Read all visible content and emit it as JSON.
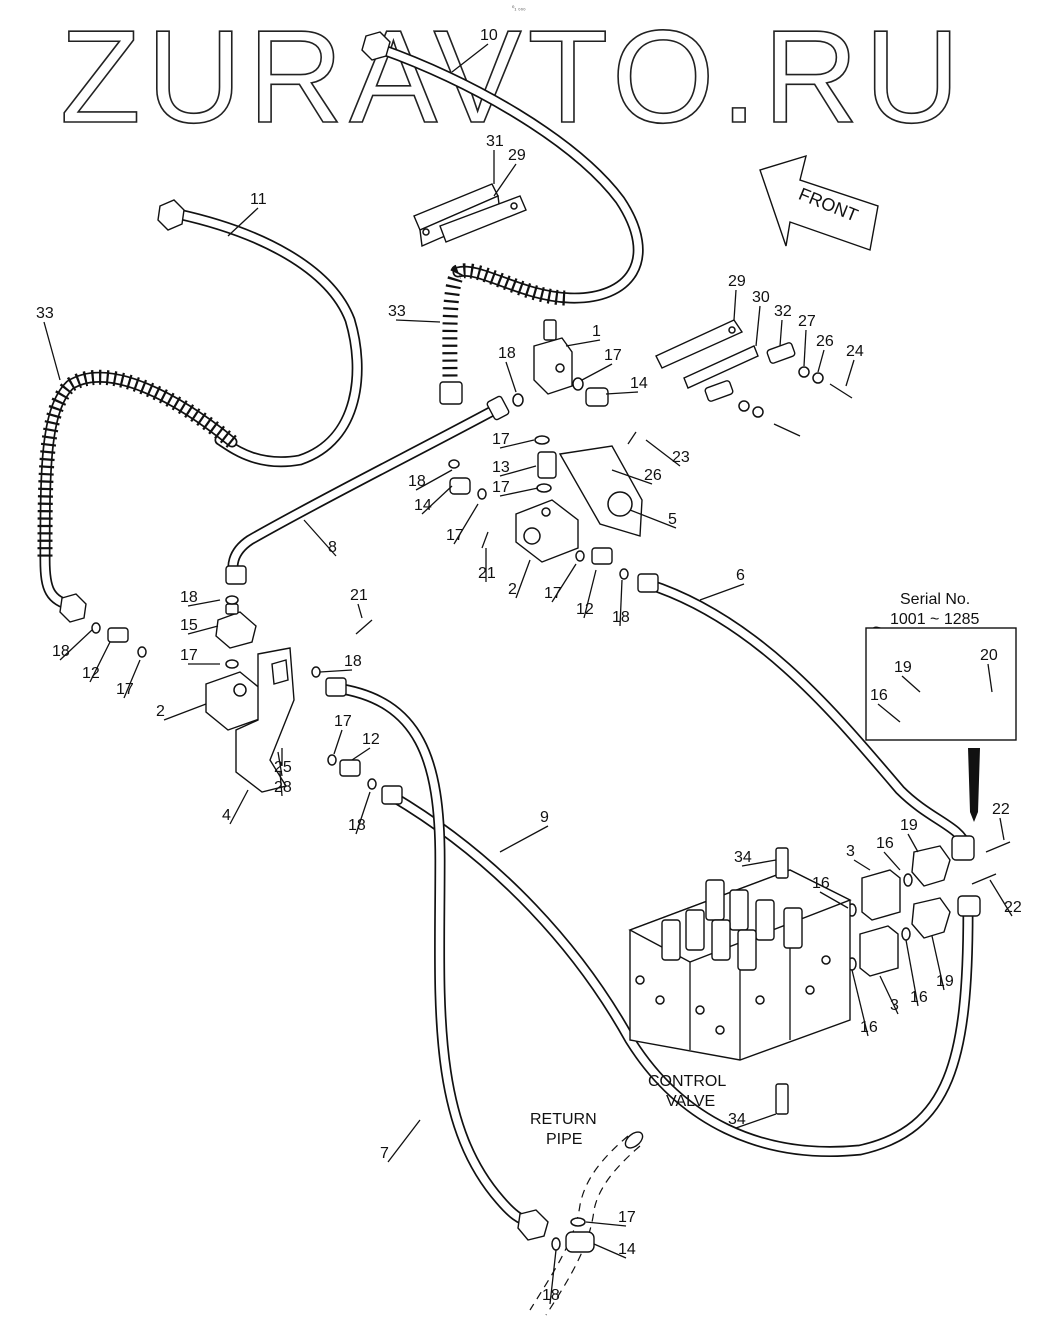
{
  "watermark": {
    "text": "ZURAVTO.RU",
    "small_mark": "⁰₁ ₀₀₀"
  },
  "direction": {
    "label": "FRONT"
  },
  "inset": {
    "serial_label": "Serial No.",
    "serial_range": "1001 ~ 1285"
  },
  "captions": {
    "control_valve": [
      "CONTROL",
      "VALVE"
    ],
    "return_pipe": [
      "RETURN",
      "PIPE"
    ]
  },
  "callouts": [
    {
      "id": "c10",
      "text": "10"
    },
    {
      "id": "c31",
      "text": "31"
    },
    {
      "id": "c29a",
      "text": "29"
    },
    {
      "id": "c11",
      "text": "11"
    },
    {
      "id": "c33a",
      "text": "33"
    },
    {
      "id": "c33b",
      "text": "33"
    },
    {
      "id": "c29b",
      "text": "29"
    },
    {
      "id": "c30",
      "text": "30"
    },
    {
      "id": "c32",
      "text": "32"
    },
    {
      "id": "c27",
      "text": "27"
    },
    {
      "id": "c26a",
      "text": "26"
    },
    {
      "id": "c24",
      "text": "24"
    },
    {
      "id": "c1",
      "text": "1"
    },
    {
      "id": "c18a",
      "text": "18"
    },
    {
      "id": "c17a",
      "text": "17"
    },
    {
      "id": "c14a",
      "text": "14"
    },
    {
      "id": "c17b",
      "text": "17"
    },
    {
      "id": "c13",
      "text": "13"
    },
    {
      "id": "c23",
      "text": "23"
    },
    {
      "id": "c26b",
      "text": "26"
    },
    {
      "id": "c18b",
      "text": "18"
    },
    {
      "id": "c17c",
      "text": "17"
    },
    {
      "id": "c14b",
      "text": "14"
    },
    {
      "id": "c5",
      "text": "5"
    },
    {
      "id": "c17d",
      "text": "17"
    },
    {
      "id": "c8",
      "text": "8"
    },
    {
      "id": "c21a",
      "text": "21"
    },
    {
      "id": "c2a",
      "text": "2"
    },
    {
      "id": "c17e",
      "text": "17"
    },
    {
      "id": "c12a",
      "text": "12"
    },
    {
      "id": "c18c",
      "text": "18"
    },
    {
      "id": "c6",
      "text": "6"
    },
    {
      "id": "c18d",
      "text": "18"
    },
    {
      "id": "c21b",
      "text": "21"
    },
    {
      "id": "c15",
      "text": "15"
    },
    {
      "id": "c18e",
      "text": "18"
    },
    {
      "id": "c12b",
      "text": "12"
    },
    {
      "id": "c17f",
      "text": "17"
    },
    {
      "id": "c17g",
      "text": "17"
    },
    {
      "id": "c18f",
      "text": "18"
    },
    {
      "id": "c2b",
      "text": "2"
    },
    {
      "id": "c17h",
      "text": "17"
    },
    {
      "id": "c12c",
      "text": "12"
    },
    {
      "id": "c25",
      "text": "25"
    },
    {
      "id": "c28",
      "text": "28"
    },
    {
      "id": "c4",
      "text": "4"
    },
    {
      "id": "c18g",
      "text": "18"
    },
    {
      "id": "c9",
      "text": "9"
    },
    {
      "id": "c19a",
      "text": "19"
    },
    {
      "id": "c20",
      "text": "20"
    },
    {
      "id": "c16a",
      "text": "16"
    },
    {
      "id": "c22a",
      "text": "22"
    },
    {
      "id": "c34a",
      "text": "34"
    },
    {
      "id": "c3a",
      "text": "3"
    },
    {
      "id": "c16b",
      "text": "16"
    },
    {
      "id": "c19b",
      "text": "19"
    },
    {
      "id": "c16c",
      "text": "16"
    },
    {
      "id": "c22b",
      "text": "22"
    },
    {
      "id": "c16d",
      "text": "16"
    },
    {
      "id": "c19c",
      "text": "19"
    },
    {
      "id": "c3b",
      "text": "3"
    },
    {
      "id": "c16e",
      "text": "16"
    },
    {
      "id": "c34b",
      "text": "34"
    },
    {
      "id": "c7",
      "text": "7"
    },
    {
      "id": "c17i",
      "text": "17"
    },
    {
      "id": "c14c",
      "text": "14"
    },
    {
      "id": "c18h",
      "text": "18"
    }
  ]
}
